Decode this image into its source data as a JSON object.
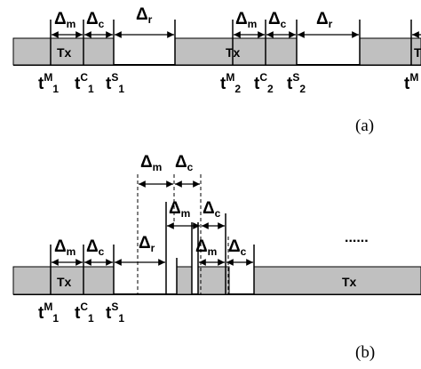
{
  "panel_a": {
    "segments": [
      {
        "tx": "Tx",
        "dm": "Δ",
        "dm_sub": "m",
        "dc": "Δ",
        "dc_sub": "c",
        "dr": "Δ",
        "dr_sub": "r",
        "t_m": "t",
        "t_m_sup": "M",
        "t_m_sub": "1",
        "t_c": "t",
        "t_c_sup": "C",
        "t_c_sub": "1",
        "t_s": "t",
        "t_s_sup": "S",
        "t_s_sub": "1"
      },
      {
        "tx": "Tx",
        "dm": "Δ",
        "dm_sub": "m",
        "dc": "Δ",
        "dc_sub": "c",
        "dr": "Δ",
        "dr_sub": "r",
        "t_m": "t",
        "t_m_sup": "M",
        "t_m_sub": "2",
        "t_c": "t",
        "t_c_sup": "C",
        "t_c_sub": "2",
        "t_s": "t",
        "t_s_sup": "S",
        "t_s_sub": "2"
      }
    ],
    "partial_tm": "t",
    "partial_tm_sup": "M",
    "partial_tx": "T",
    "caption": "(a)"
  },
  "panel_b": {
    "tx_left": "Tx",
    "tx_right": "Tx",
    "dm": "Δ",
    "dm_sub": "m",
    "dc": "Δ",
    "dc_sub": "c",
    "dr": "Δ",
    "dr_sub": "r",
    "t_m": "t",
    "t_m_sup": "M",
    "t_m_sub": "1",
    "t_c": "t",
    "t_c_sup": "C",
    "t_c_sub": "1",
    "t_s": "t",
    "t_s_sup": "S",
    "t_s_sub": "1",
    "ellipsis": "......",
    "caption": "(b)"
  },
  "colors": {
    "fill": "#c0c0c0",
    "line": "#000000",
    "background": "#ffffff"
  }
}
